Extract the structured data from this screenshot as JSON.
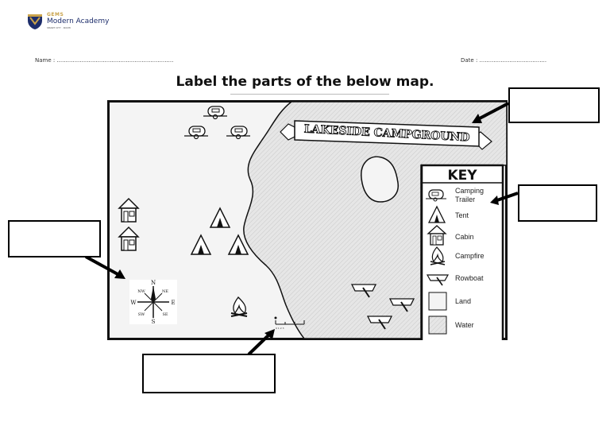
{
  "header": {
    "logo_brand": "GEMS",
    "logo_name": "Modern Academy",
    "logo_sub": "SMART CITY · KOCHI",
    "name_label": "Name : ..................................................................",
    "date_label": "Date : ......................................"
  },
  "worksheet": {
    "title": "Label the parts of the below map."
  },
  "map": {
    "banner": "LAKESIDE CAMPGROUND",
    "scale_label": "0   1   2   3",
    "compass": {
      "n": "N",
      "ne": "NE",
      "e": "E",
      "se": "SE",
      "s": "S",
      "sw": "SW",
      "w": "W",
      "nw": "NW"
    },
    "key": {
      "title": "KEY",
      "items": [
        "Camping Trailer",
        "Tent",
        "Cabin",
        "Campfire",
        "Rowboat",
        "Land",
        "Water"
      ],
      "item_line1": "Camping",
      "item_line2": "Trailer"
    }
  },
  "colors": {
    "ink": "#111111",
    "land": "#f4f4f4",
    "water": "#e2e2e2",
    "logo_gold": "#c9a24a",
    "logo_navy": "#1d2d6b"
  }
}
